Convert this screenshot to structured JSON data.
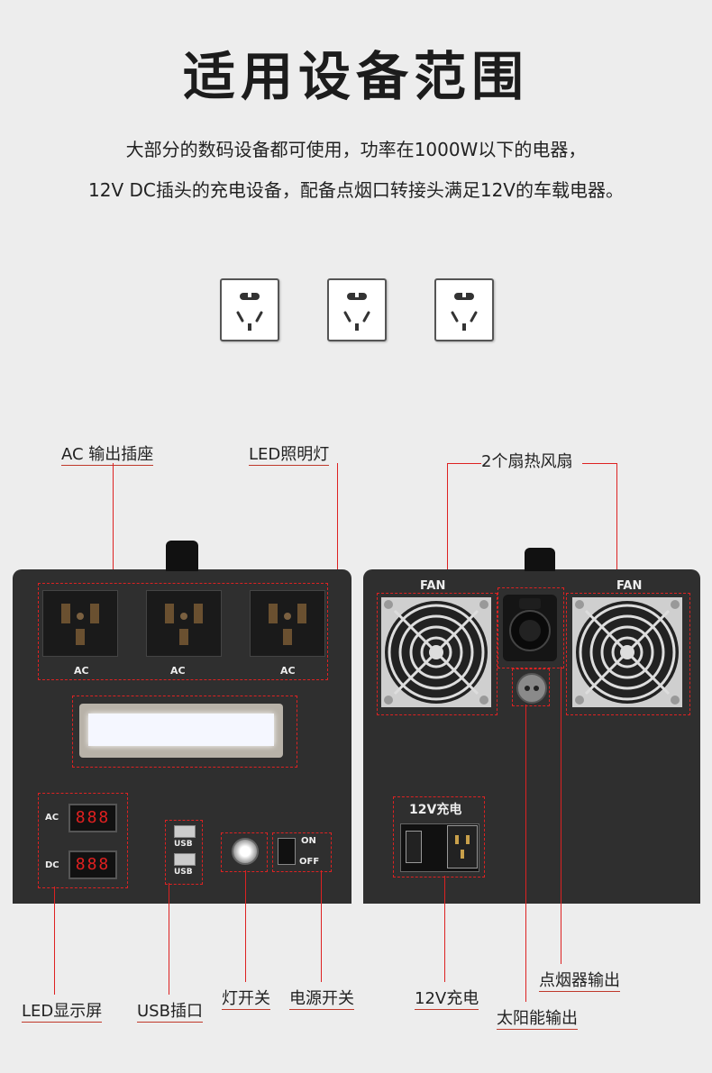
{
  "header": {
    "title": "适用设备范围",
    "line1": "大部分的数码设备都可使用，功率在1000W以下的电器，",
    "line2": "12V DC插头的充电设备，配备点烟口转接头满足12V的车载电器。"
  },
  "labels": {
    "ac_output": "AC 输出插座",
    "led_light": "LED照明灯",
    "fans": "2个扇热风扇",
    "led_display": "LED显示屏",
    "usb_port": "USB插口",
    "light_switch": "灯开关",
    "power_switch": "电源开关",
    "charge_12v": "12V充电",
    "solar_output": "太阳能输出",
    "cigarette_output": "点烟器输出"
  },
  "front_panel": {
    "ac_tag": "AC",
    "meter_ac": "AC",
    "meter_dc": "DC",
    "meter_digits": "888",
    "usb_tag": "USB",
    "on": "ON",
    "off": "OFF"
  },
  "back_panel": {
    "fan_tag": "FAN",
    "charge_tag": "12V充电"
  }
}
